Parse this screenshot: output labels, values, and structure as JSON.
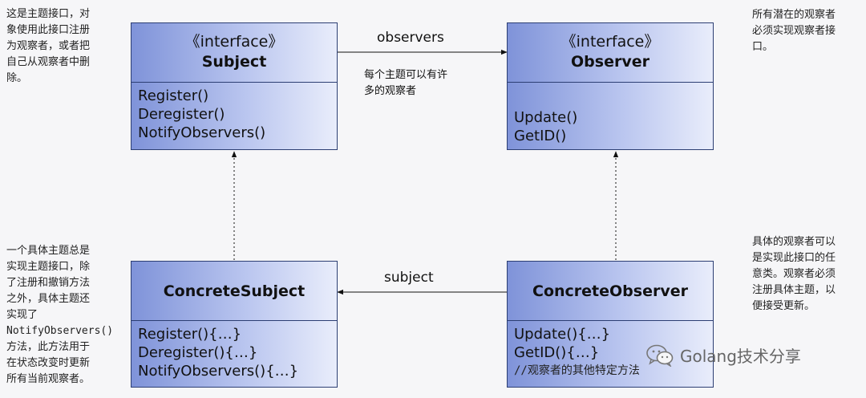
{
  "subject": {
    "stereotype": "《interface》",
    "name": "Subject",
    "ops": [
      "Register()",
      "Deregister()",
      "NotifyObservers()"
    ]
  },
  "observer": {
    "stereotype": "《interface》",
    "name": "Observer",
    "ops": [
      "Update()",
      "GetID()"
    ]
  },
  "concrete_subject": {
    "name": "ConcreteSubject",
    "ops": [
      "Register(){…}",
      "Deregister(){…}",
      "NotifyObservers(){…}"
    ]
  },
  "concrete_observer": {
    "name": "ConcreteObserver",
    "ops": [
      "Update(){…}",
      "GetID(){…}"
    ],
    "comment": "//观察者的其他特定方法"
  },
  "relations": {
    "observers_label": "observers",
    "observers_note": "每个主题可以有许\n多的观察者",
    "subject_label": "subject"
  },
  "notes": {
    "top_left": "这是主题接口，对\n象使用此接口注册\n为观察者，或者把\n自己从观察者中删\n除。",
    "top_right": "所有潜在的观察者\n必须实现观察者接\n口。",
    "bottom_left": "一个具体主题总是\n实现主题接口，除\n了注册和撤销方法\n之外，具体主题还\n实现了\nNotifyObservers()\n方法，此方法用于\n在状态改变时更新\n所有当前观察者。",
    "bottom_right": "具体的观察者可以\n是实现此接口的任\n意类。观察者必须\n注册具体主题，以\n便接受更新。"
  },
  "watermark": {
    "text": "Golang技术分享",
    "icon": "wechat-icon"
  }
}
